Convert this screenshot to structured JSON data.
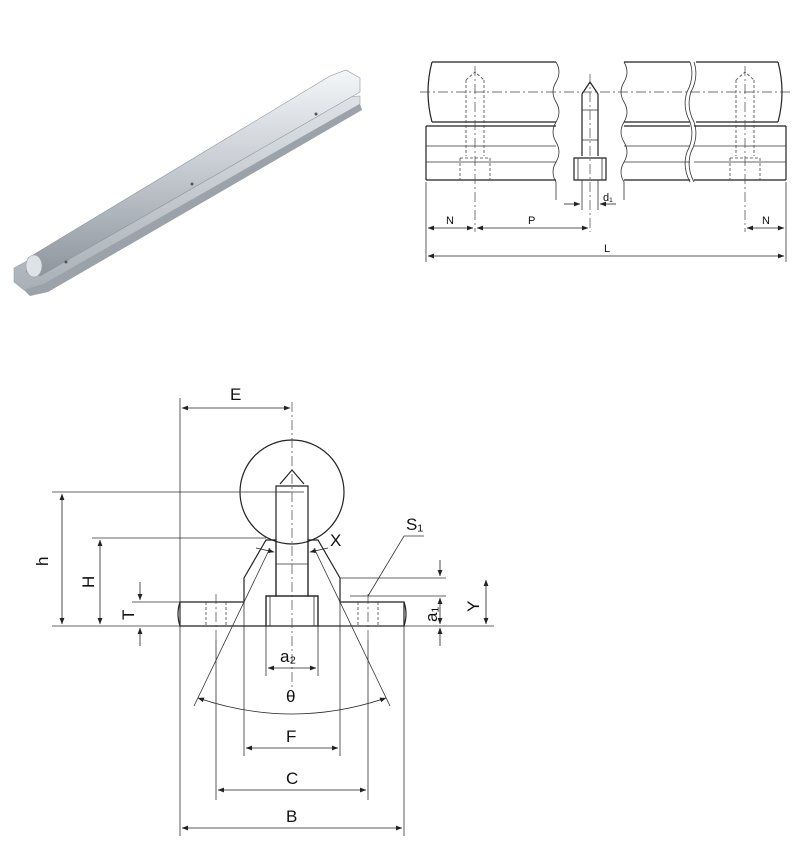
{
  "rail_photo": {
    "icon": "shaft-support-rail-render"
  },
  "side_view": {
    "labels": {
      "N_left": "N",
      "P": "P",
      "d1": "d₁",
      "N_right": "N",
      "L": "L"
    }
  },
  "section_view": {
    "labels": {
      "E": "E",
      "S1": "S₁",
      "X": "X",
      "h": "h",
      "H": "H",
      "T": "T",
      "a1": "a₁",
      "Y": "Y",
      "a2": "a₂",
      "theta": "θ",
      "F": "F",
      "C": "C",
      "B": "B"
    }
  }
}
